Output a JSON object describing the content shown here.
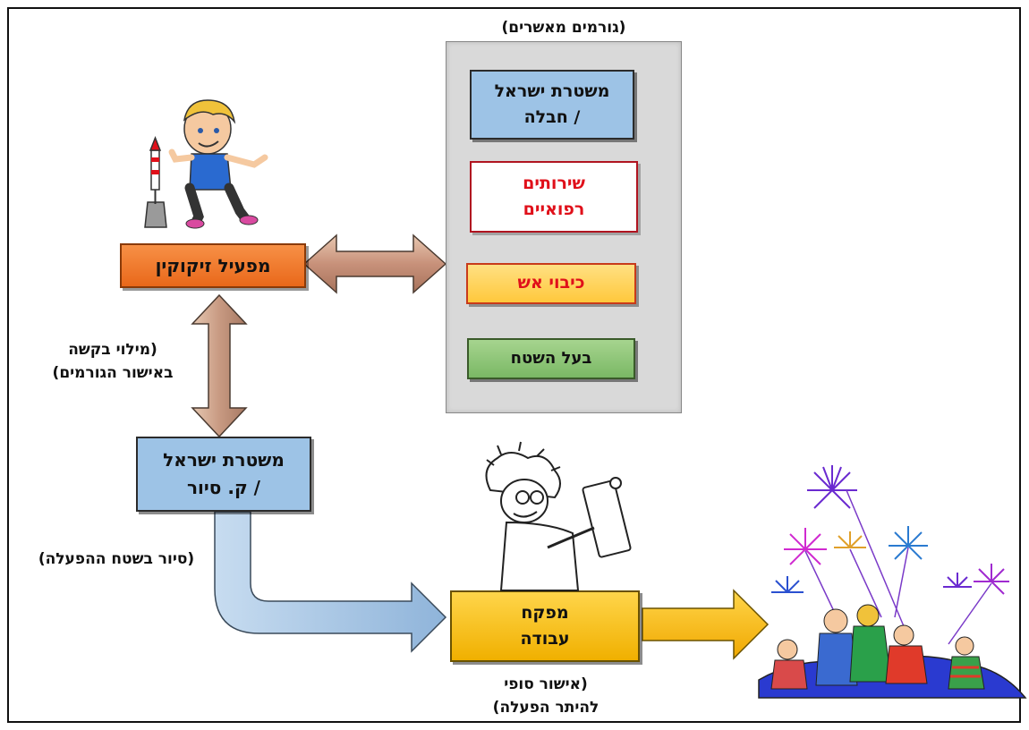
{
  "diagram": {
    "authorities_caption": "(גורמים מאשרים)",
    "authorities": [
      {
        "line1": "משטרת ישראל",
        "line2": "/ חבלה",
        "color": "#9dc3e6",
        "text_color": "#111111"
      },
      {
        "line1": "שירותים",
        "line2": "רפואיים",
        "color": "#ffffff",
        "text_color": "#e0101a"
      },
      {
        "line1": "כיבוי אש",
        "line2": "",
        "color": "#ffd966",
        "text_color": "#e0101a"
      },
      {
        "line1": "בעל השטח",
        "line2": "",
        "color": "#8fc77a",
        "text_color": "#111111"
      }
    ],
    "operator": {
      "label": "מפעיל זיקוקין",
      "color": "#f07a24"
    },
    "request_caption": {
      "line1": "(מילוי בקשה",
      "line2": "באישור הגורמים)"
    },
    "police_patrol": {
      "line1": "משטרת ישראל",
      "line2": "/ ק. סיור",
      "color": "#9dc3e6"
    },
    "patrol_caption": "(סיור בשטח ההפעלה)",
    "supervisor": {
      "line1": "מפקח",
      "line2": "עבודה",
      "color": "#ffc000"
    },
    "final_caption": {
      "line1": "(אישור סופי",
      "line2": "להיתר הפעלה)"
    }
  }
}
